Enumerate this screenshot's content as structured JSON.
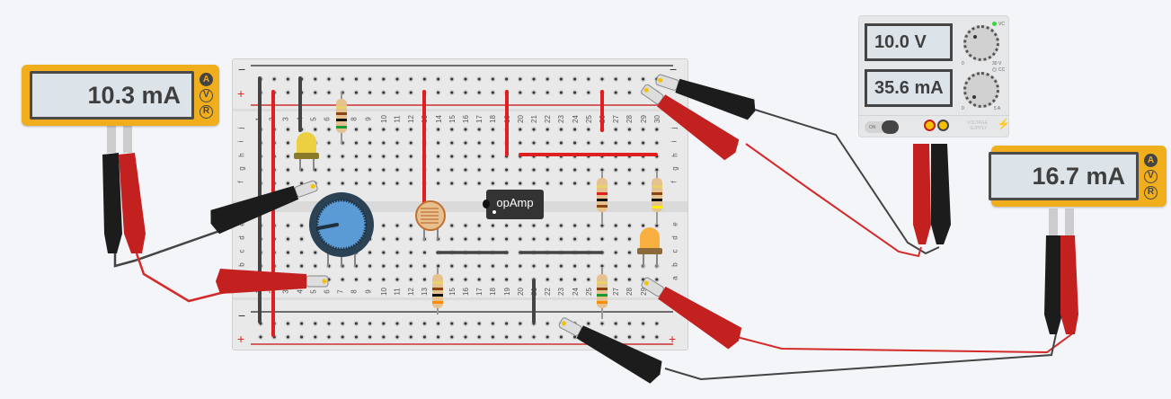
{
  "meters": [
    {
      "name": "left-multimeter",
      "reading": "10.3 mA",
      "modes": [
        "A",
        "V",
        "R"
      ],
      "active_mode": "A"
    },
    {
      "name": "right-multimeter",
      "reading": "16.7 mA",
      "modes": [
        "A",
        "V",
        "R"
      ],
      "active_mode": "A"
    }
  ],
  "power_supply": {
    "voltage_display": "10.0 V",
    "current_display": "35.6 mA",
    "voltage_knob_min": "0",
    "voltage_knob_max": "30 V",
    "current_knob_min": "0",
    "current_knob_max": "5 A",
    "cv_label": "VC",
    "cc_label": "CC",
    "power_switch_label": "ON",
    "brand_label_line1": "VOLTAGE",
    "brand_label_line2": "SUPPLY"
  },
  "breadboard": {
    "rail_minus": "−",
    "rail_plus": "+",
    "row_labels_top": [
      "j",
      "i",
      "h",
      "g",
      "f"
    ],
    "row_labels_bottom": [
      "e",
      "d",
      "c",
      "b",
      "a"
    ],
    "columns": [
      "1",
      "2",
      "3",
      "4",
      "5",
      "6",
      "7",
      "8",
      "9",
      "10",
      "11",
      "12",
      "13",
      "14",
      "15",
      "16",
      "17",
      "18",
      "19",
      "20",
      "21",
      "22",
      "23",
      "24",
      "25",
      "26",
      "27",
      "28",
      "29",
      "30"
    ],
    "ic_label": "opAmp"
  },
  "colors": {
    "meter_body": "#f1ae1c",
    "wire_red": "#d42a2a",
    "wire_black": "#333333",
    "led_yellow": "#f0d040",
    "led_orange": "#f9b040",
    "potentiometer": "#5b9bd5"
  }
}
